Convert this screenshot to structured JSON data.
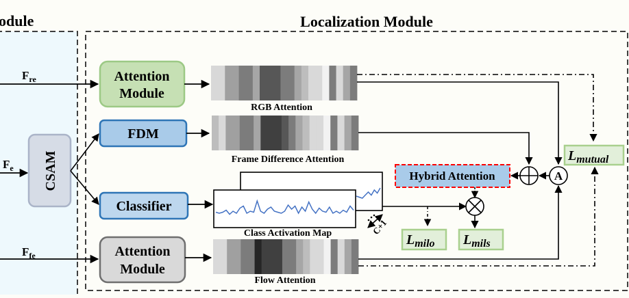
{
  "titles": {
    "left_module_partial": "odule",
    "localization_module": "Localization Module"
  },
  "inputs": {
    "f_re": {
      "base": "F",
      "sub": "re"
    },
    "f_e": {
      "base": "F",
      "sub": "e"
    },
    "f_fe": {
      "base": "F",
      "sub": "fe"
    }
  },
  "blocks": {
    "csam": "CSAM",
    "attention_rgb": [
      "Attention",
      "Module"
    ],
    "fdm": "FDM",
    "classifier": "Classifier",
    "attention_flow": [
      "Attention",
      "Module"
    ],
    "hybrid_attention": "Hybrid Attention"
  },
  "attention_bars": {
    "rgb": {
      "label": "RGB Attention",
      "shades": [
        "#d8d8d8",
        "#d8d8d8",
        "#a0a0a0",
        "#a0a0a0",
        "#7c7c7c",
        "#7c7c7c",
        "#a6a6a6",
        "#575757",
        "#575757",
        "#575757",
        "#7c7c7c",
        "#7c7c7c",
        "#a6a6a6",
        "#bdbdbd",
        "#d9d9d9",
        "#d9d9d9",
        "#f2f2f2",
        "#7c7c7c",
        "#d9d9d9",
        "#a6a6a6",
        "#7c7c7c"
      ]
    },
    "frame_difference": {
      "label": "Frame Difference Attention",
      "shades": [
        "#bdbdbd",
        "#d9d9d9",
        "#a0a0a0",
        "#a0a0a0",
        "#7c7c7c",
        "#7c7c7c",
        "#a6a6a6",
        "#404040",
        "#404040",
        "#404040",
        "#575757",
        "#7c7c7c",
        "#a6a6a6",
        "#bdbdbd",
        "#d9d9d9",
        "#d9d9d9",
        "#f2f2f2",
        "#7c7c7c",
        "#d9d9d9",
        "#a6a6a6",
        "#7c7c7c"
      ]
    },
    "flow": {
      "label": "Flow Attention",
      "shades": [
        "#d9d9d9",
        "#d9d9d9",
        "#a0a0a0",
        "#a0a0a0",
        "#7c7c7c",
        "#7c7c7c",
        "#262626",
        "#404040",
        "#404040",
        "#404040",
        "#7c7c7c",
        "#7c7c7c",
        "#a6a6a6",
        "#bdbdbd",
        "#d9d9d9",
        "#d9d9d9",
        "#f2f2f2",
        "#7c7c7c",
        "#d9d9d9",
        "#a6a6a6",
        "#7c7c7c"
      ]
    }
  },
  "cam": {
    "label": "Class Activation Map",
    "dim_label": "C+1",
    "front_series": [
      0.25,
      0.2,
      0.25,
      0.35,
      0.15,
      0.3,
      0.2,
      0.45,
      0.55,
      0.2,
      0.3,
      0.25,
      0.8,
      0.3,
      0.2,
      0.4,
      0.5,
      0.3,
      0.25,
      0.2,
      0.3,
      0.6,
      0.4,
      0.55,
      0.2,
      0.5,
      0.3,
      0.75,
      0.4,
      0.2,
      0.45,
      0.3,
      0.25,
      0.5,
      0.2,
      0.3,
      0.2,
      0.35,
      0.25,
      0.55,
      0.35
    ],
    "back_series_tail": [
      0.3,
      0.25,
      0.2,
      0.35,
      0.5,
      0.35,
      0.6,
      0.45,
      0.7
    ]
  },
  "operators": {
    "add": "⊕",
    "multiply": "⊗",
    "attention_combine": "A"
  },
  "losses": {
    "mutual": {
      "base": "L",
      "sub": "mutual"
    },
    "milo": {
      "base": "L",
      "sub": "milo"
    },
    "mils": {
      "base": "L",
      "sub": "mils"
    }
  },
  "colors": {
    "left_panel_bg": "#eef9fd",
    "loc_panel_bg": "#fdfdf8",
    "green_fill": "#c6e0b4",
    "green_stroke": "#9cc985",
    "blue_fill": "#a9cbe9",
    "blue_stroke": "#2e75b6",
    "gray_fill": "#d9d9d9",
    "gray_stroke": "#6f6f6f",
    "csam_fill": "#d6dce6",
    "csam_stroke": "#aab4c8",
    "loss_fill": "#e2efda",
    "loss_stroke": "#a9d08e",
    "hybrid_stroke": "#ff0000",
    "cam_line": "#4472c4"
  }
}
